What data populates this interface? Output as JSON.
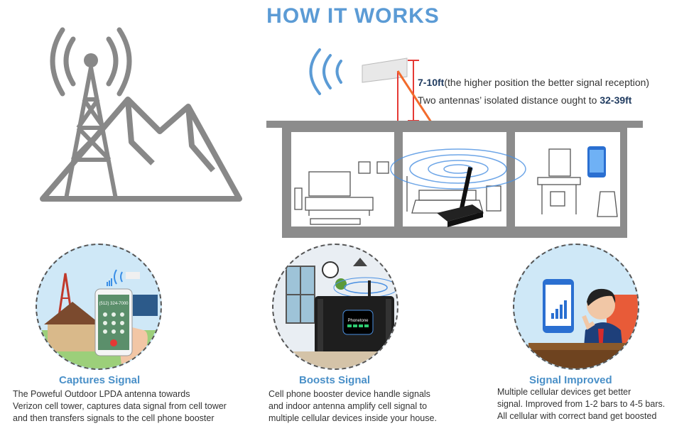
{
  "title": "HOW IT WORKS",
  "antenna_note": {
    "height": "7-10ft",
    "height_text": "(the higher position the better signal reception)",
    "distance_text": "Two antennas’ isolated distance ought to ",
    "distance_value": "32-39ft"
  },
  "steps": [
    {
      "title": "Captures Signal",
      "lines": [
        "The Poweful Outdoor LPDA antenna towards",
        "Verizon cell tower, captures data signal from cell tower",
        "and then transfers signals to the cell phone booster"
      ]
    },
    {
      "title": "Boosts Signal",
      "lines": [
        "Cell phone booster device handle signals",
        "and indoor antenna amplify cell signal to",
        "multiple cellular devices inside your house."
      ]
    },
    {
      "title": "Signal Improved",
      "lines": [
        "Multiple cellular devices get better",
        "signal. Improved from 1-2 bars to 4-5 bars.",
        "All cellular with correct band get boosted"
      ]
    }
  ],
  "phone_number": "(512) 324-7000",
  "booster_brand": "Phonetone",
  "colors": {
    "title": "#5b9bd5",
    "accent_red": "#e53935",
    "arrow_orange": "#f26b2c",
    "house_gray": "#8c8c8c",
    "caption_blue": "#4a90c8"
  },
  "icons": [
    "cell-tower-icon",
    "mountain-icon",
    "signal-waves-icon",
    "outdoor-antenna-icon",
    "indoor-antenna-icon",
    "booster-icon",
    "smartphone-icon",
    "signal-bars-icon"
  ]
}
